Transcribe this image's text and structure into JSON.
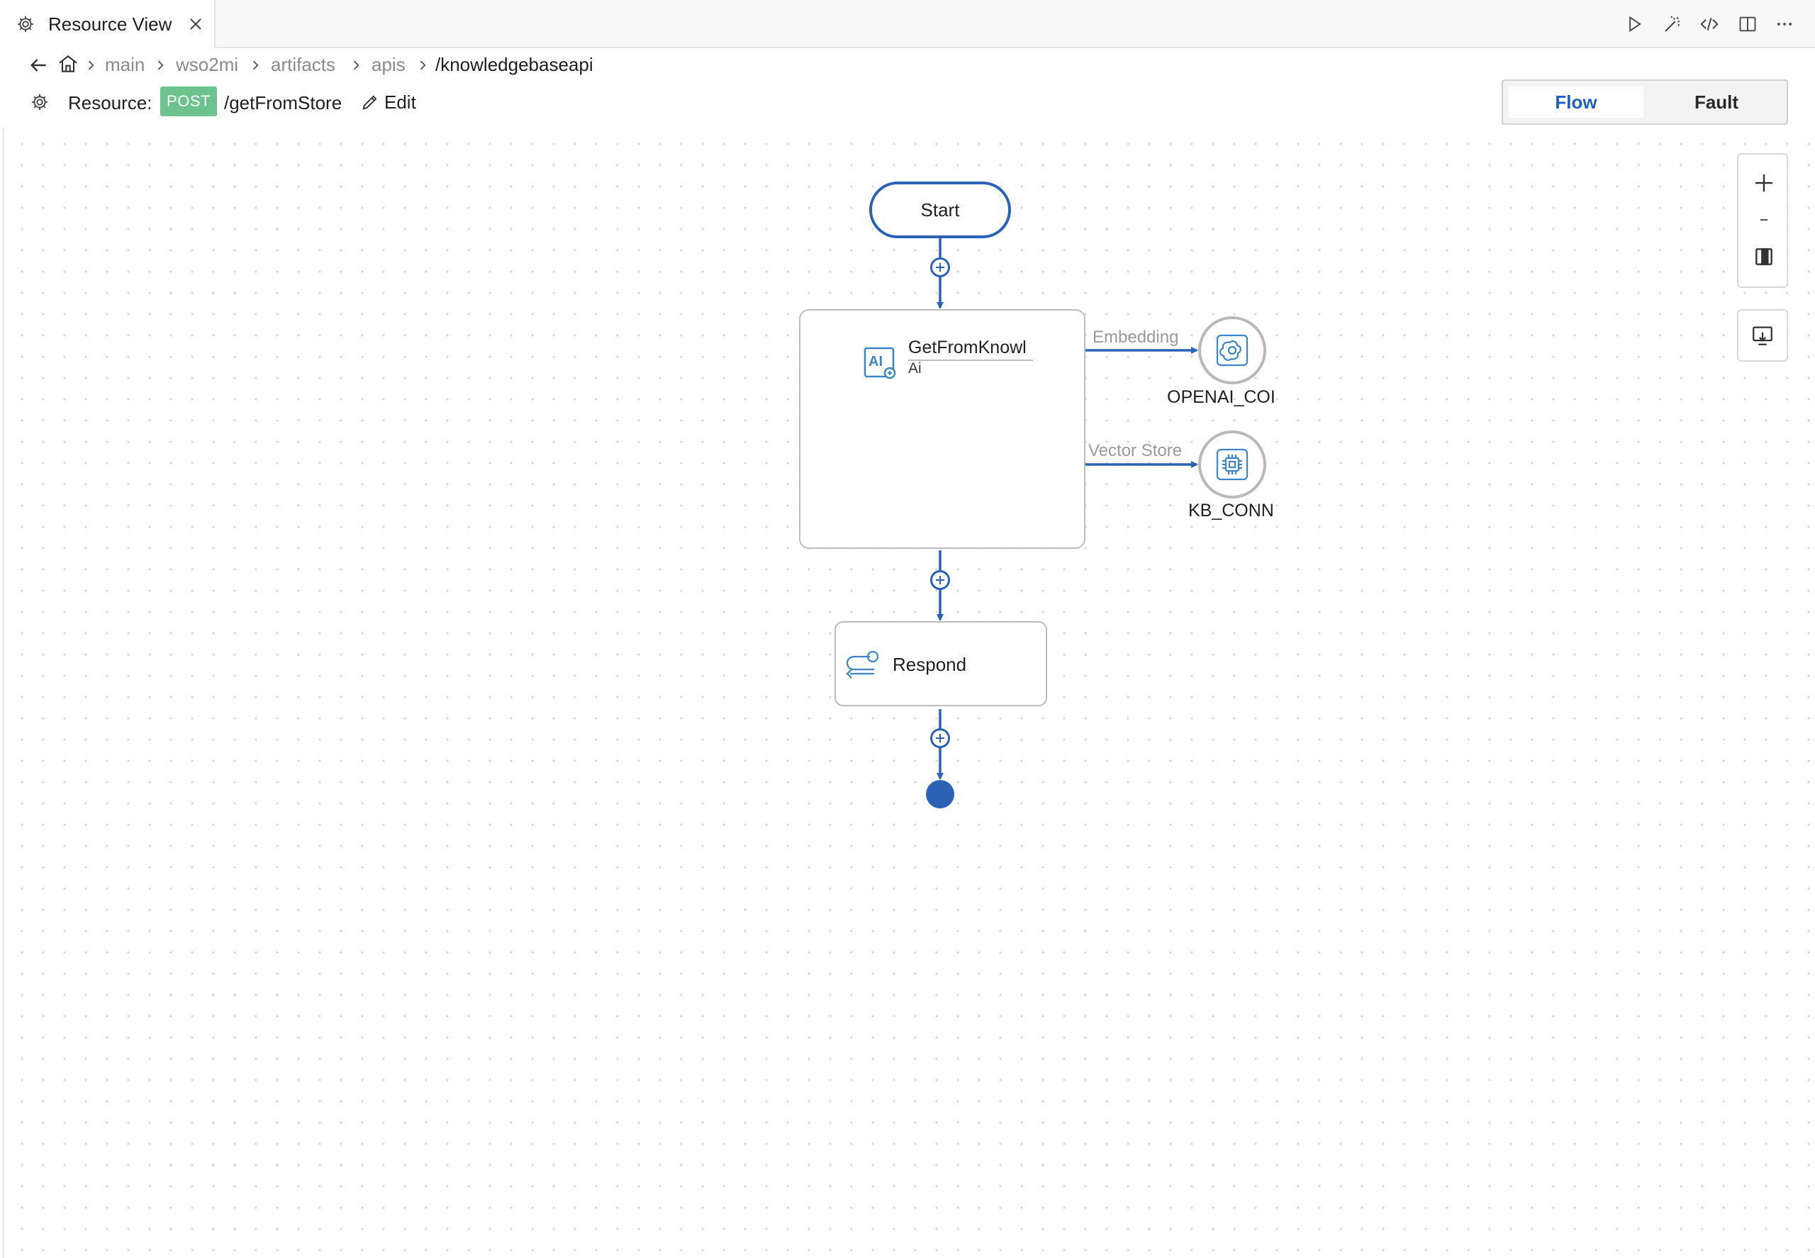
{
  "tab": {
    "label": "Resource View"
  },
  "breadcrumb": {
    "items": [
      "main",
      "wso2mi",
      "artifacts",
      "apis",
      "/knowledgebaseapi"
    ]
  },
  "resource": {
    "label": "Resource:",
    "method": "POST",
    "path": "/getFromStore",
    "edit_label": "Edit"
  },
  "view_switch": {
    "flow": "Flow",
    "fault": "Fault",
    "selected": "Flow"
  },
  "diagram": {
    "start": "Start",
    "ai_node": {
      "name": "GetFromKnowl",
      "type": "Ai"
    },
    "respond": "Respond",
    "connections": [
      {
        "edge_label": "Embedding",
        "name": "OPENAI_COI",
        "icon": "openai-icon"
      },
      {
        "edge_label": "Vector Store",
        "name": "KB_CONN",
        "icon": "chip-icon"
      }
    ]
  },
  "colors": {
    "accent": "#2a62b5",
    "badge_post": "#6cc38e",
    "icon_blue": "#3a86c8"
  }
}
